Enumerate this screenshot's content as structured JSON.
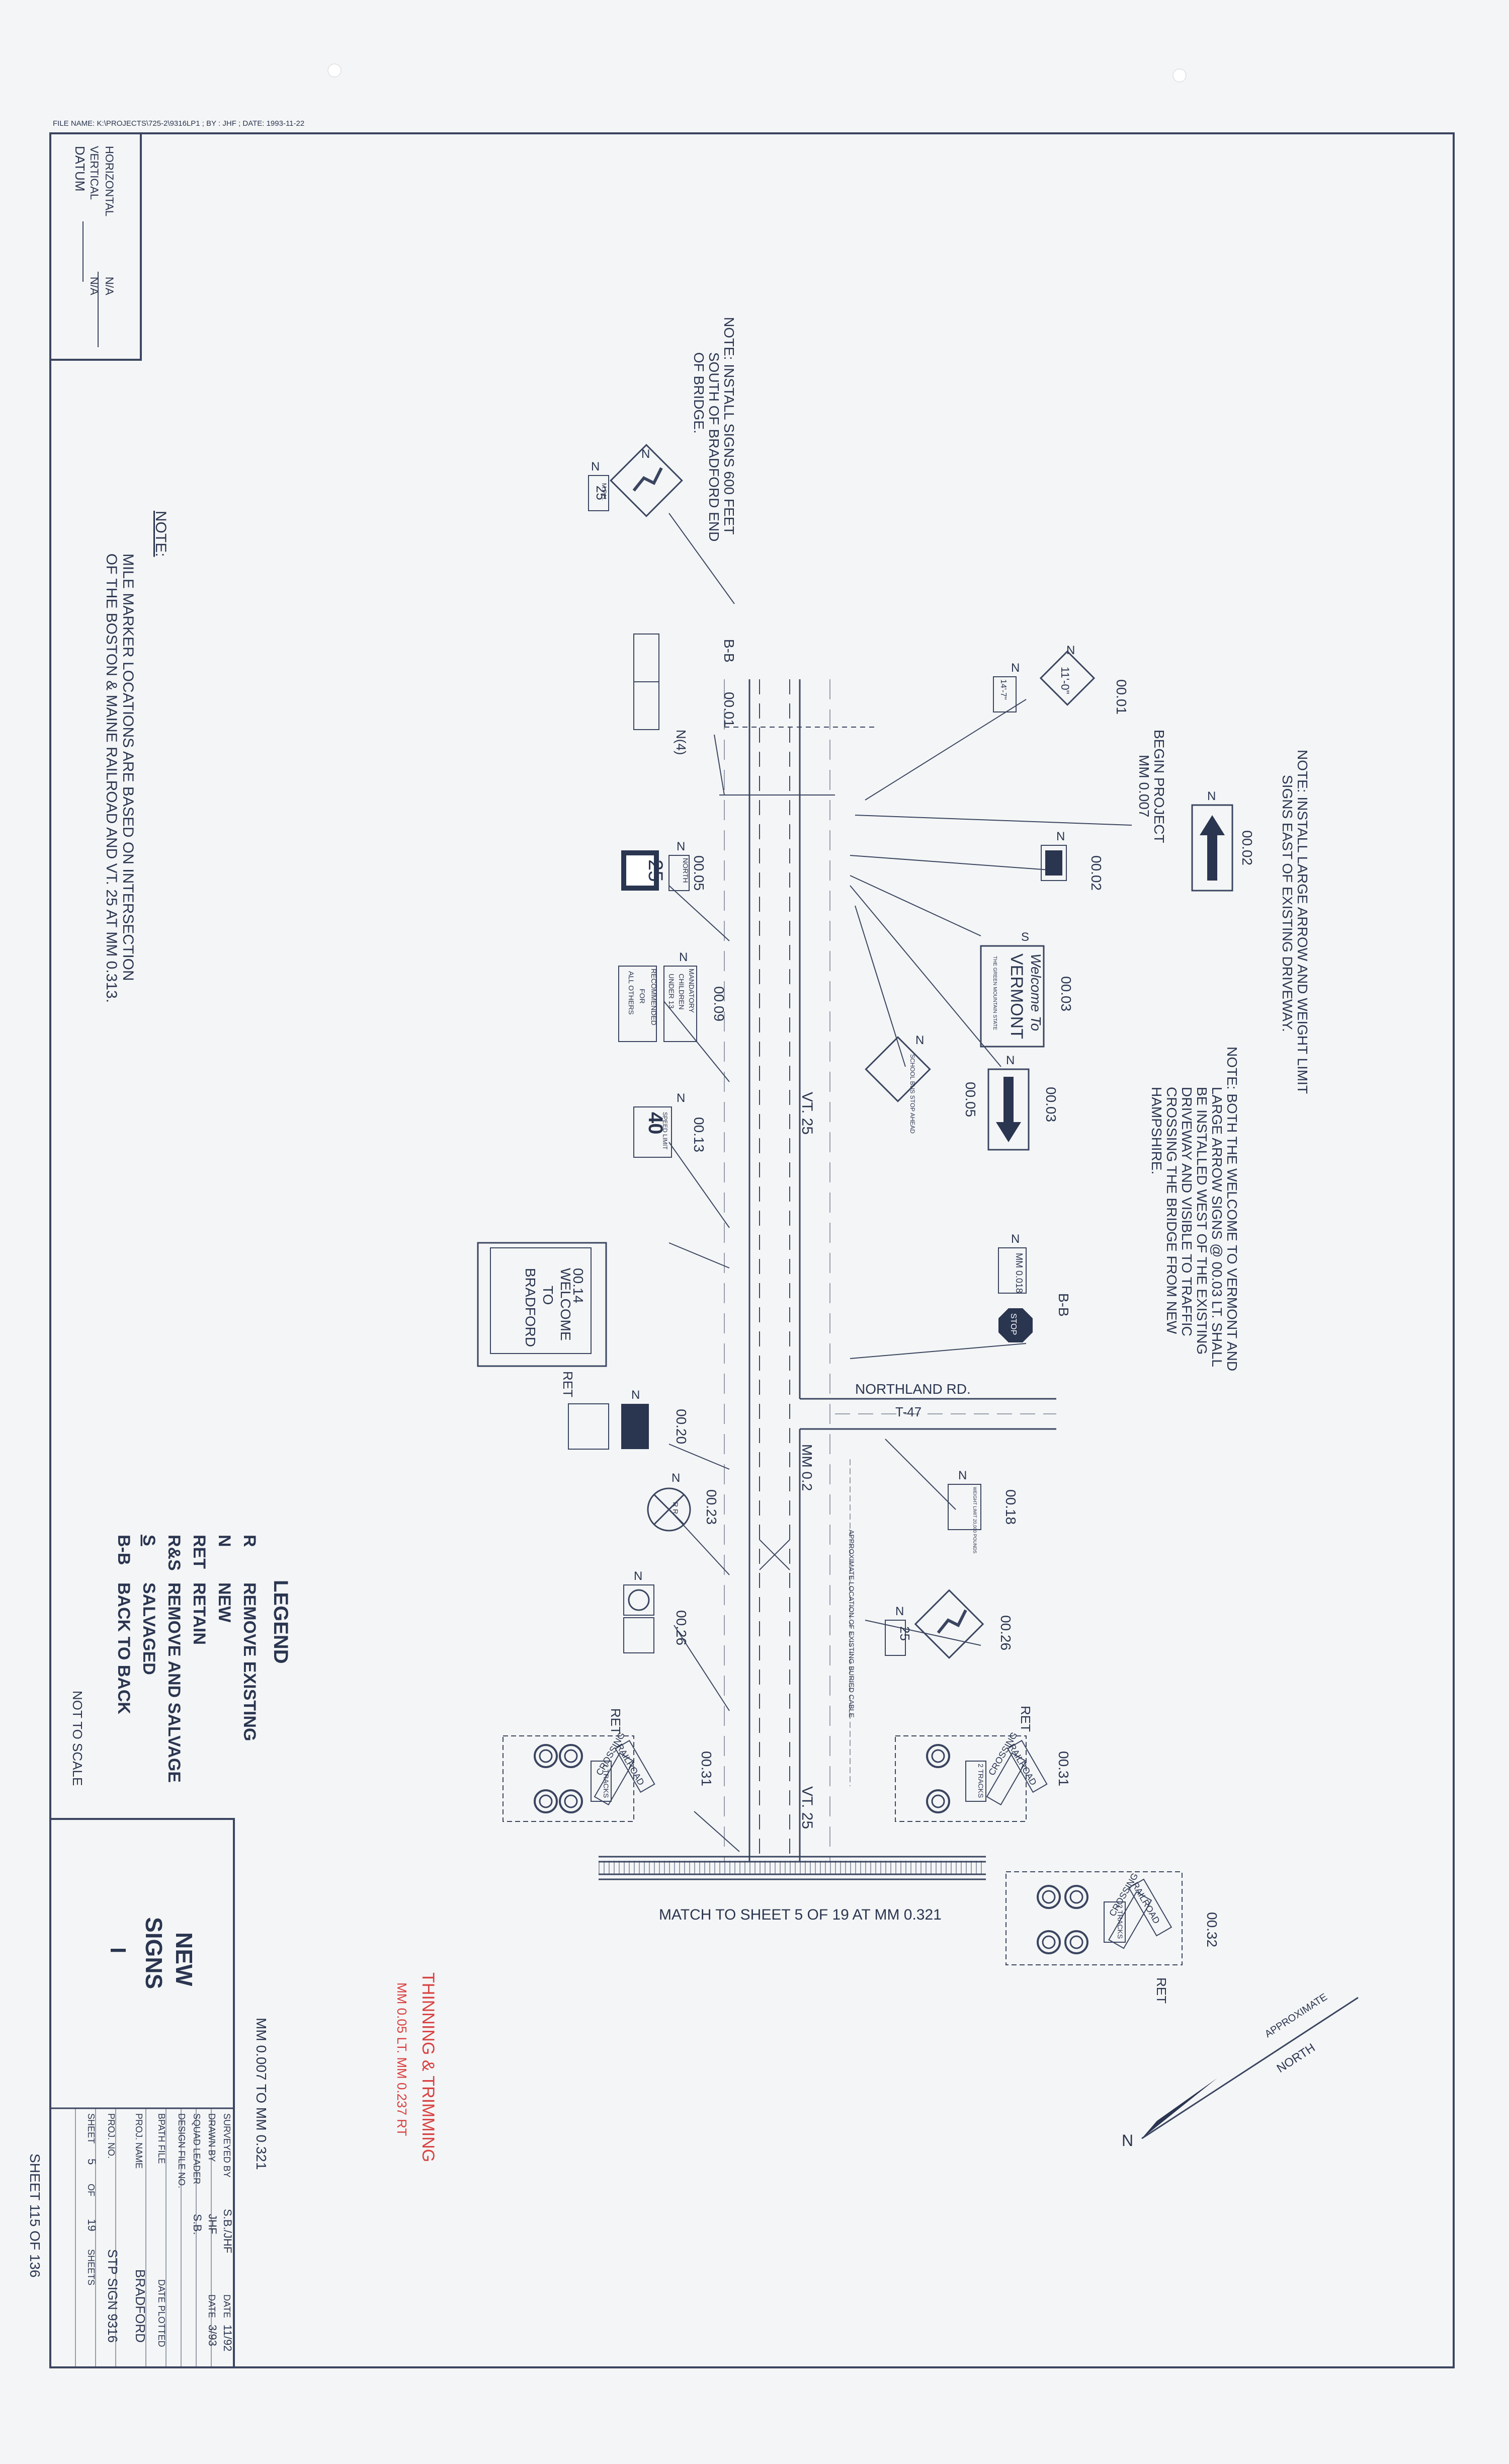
{
  "file_header": "FILE NAME: K:\\PROJECTS\\725-2\\9316LP1 ; BY : JHF ; DATE: 1993-11-22",
  "datum": {
    "title": "DATUM",
    "vertical_label": "VERTICAL",
    "vertical_value": "N/A",
    "horizontal_label": "HORIZONTAL",
    "horizontal_value": "N/A"
  },
  "notes": {
    "bradford_end_1": "NOTE: INSTALL SIGNS 600 FEET",
    "bradford_end_2": "SOUTH OF BRADFORD END",
    "bradford_end_3": "OF BRIDGE.",
    "arrow_weight_1": "NOTE: INSTALL LARGE ARROW AND WEIGHT LIMIT",
    "arrow_weight_2": "SIGNS EAST OF EXISTING DRIVEWAY.",
    "welcome_1": "NOTE: BOTH THE WELCOME TO VERMONT AND",
    "welcome_2": "LARGE ARROW SIGNS @ 00.03 LT. SHALL",
    "welcome_3": "BE INSTALLED WEST OF THE EXISTING",
    "welcome_4": "DRIVEWAY AND VISIBLE TO TRAFFIC",
    "welcome_5": "CROSSING THE BRIDGE FROM NEW",
    "welcome_6": "HAMPSHIRE.",
    "mile_marker_title": "NOTE:",
    "mile_marker_1": "MILE MARKER LOCATIONS ARE BASED ON INTERSECTION",
    "mile_marker_2": "OF THE BOSTON & MAINE RAILROAD AND VT. 25 AT MM 0.313."
  },
  "road": {
    "route_1": "VT. 25",
    "route_2": "VT. 25",
    "side_road": "NORTHLAND RD.",
    "side_road_number": "T-47",
    "mm_label": "MM 0.2",
    "begin_project_1": "BEGIN PROJECT",
    "begin_project_2": "MM 0.007",
    "match_line": "MATCH TO SHEET 5 OF 19 AT MM 0.321",
    "buried_cable": "APPROXIMATE LOCATION OF EXISTING BURIED CABLE"
  },
  "stations": {
    "s0001_top": "00.01",
    "s0001_bot": "00.01",
    "s0002_top": "00.02",
    "s0002_mid": "00.02",
    "s0003_a": "00.03",
    "s0003_b": "00.03",
    "s0005_top": "00.05",
    "s0005_bot": "00.05",
    "s0009": "00.09",
    "s0013": "00.13",
    "s0014": "00.14",
    "s0018": "00.18",
    "s0020": "00.20",
    "s0023": "00.23",
    "s0026_top": "00.26",
    "s0026_bot": "00.26",
    "s0031_top": "00.31",
    "s0031_bot": "00.31",
    "s0032": "00.32"
  },
  "sign_text": {
    "clearance_1": "11'-0\"",
    "clearance_2": "14'-7\"",
    "welcome_vt_1": "Welcome To",
    "welcome_vt_2": "VERMONT",
    "welcome_vt_3": "THE GREEN MOUNTAIN STATE",
    "school_bus": "SCHOOL BUS STOP AHEAD",
    "mm_0018": "MM 0.018",
    "stop": "STOP",
    "welcome_bradford_1": "WELCOME",
    "welcome_bradford_2": "TO",
    "welcome_bradford_3": "BRADFORD",
    "speed_25_top": "25",
    "mph": "M.P.H.",
    "north": "NORTH",
    "route_25": "25",
    "mandatory": "MANDATORY",
    "children": "CHILDREN",
    "under13": "UNDER 13",
    "recommended": "RECOMMENDED",
    "for": "FOR",
    "all_others": "ALL OTHERS",
    "speed_limit": "SPEED LIMIT",
    "speed_40": "40",
    "weight_limit": "WEIGHT LIMIT 20,000 POUNDS",
    "speed_25_bot": "25",
    "rr": "R R",
    "b_b": "B-B",
    "n4": "N(4)"
  },
  "marks": {
    "N": "N",
    "S": "S",
    "RET": "RET"
  },
  "crossing": {
    "line1": "RAILROAD",
    "line2": "CROSSING",
    "tracks": "2 TRACKS"
  },
  "legend": {
    "title": "LEGEND",
    "items": [
      {
        "code": "R",
        "desc": "REMOVE EXISTING"
      },
      {
        "code": "N",
        "desc": "NEW"
      },
      {
        "code": "RET",
        "desc": "RETAIN"
      },
      {
        "code": "R&S",
        "desc": "REMOVE AND SALVAGE"
      },
      {
        "code": "S",
        "desc": "SALVAGED"
      },
      {
        "code": "B-B",
        "desc": "BACK TO BACK"
      }
    ],
    "scale": "NOT TO SCALE"
  },
  "title_block": {
    "title_1": "NEW",
    "title_2": "SIGNS",
    "title_3": "I",
    "range": "MM 0.007 TO MM 0.321",
    "surveyed_by_label": "SURVEYED BY",
    "surveyed_by": "S.B./JHF",
    "drawn_by_label": "DRAWN BY",
    "drawn_by": "JHF",
    "squad_leader_label": "SQUAD LEADER",
    "squad_leader": "S.B.",
    "design_file_label": "DESIGN FILE NO.",
    "date_label_1": "DATE",
    "date_1": "11/92",
    "date_label_2": "DATE",
    "date_2": "3/93",
    "bpath_file_label": "BPATH FILE",
    "date_plotted_label": "DATE PLOTTED",
    "proj_name_label": "PROJ. NAME",
    "proj_name": "BRADFORD",
    "proj_no_label": "PROJ. NO.",
    "proj_no": "STP SIGN 9316",
    "sheet_label": "SHEET",
    "sheet_num": "5",
    "sheet_of": "OF",
    "sheet_total": "19",
    "sheets_word": "SHEETS",
    "sheet_overall": "SHEET 115 OF 136"
  },
  "handwritten": {
    "line1": "THINNING & TRIMMING",
    "line2": "MM 0.05 LT. MM 0.237 RT"
  },
  "north_arrow": {
    "label": "NORTH",
    "approx": "APPROXIMATE",
    "n": "N"
  }
}
